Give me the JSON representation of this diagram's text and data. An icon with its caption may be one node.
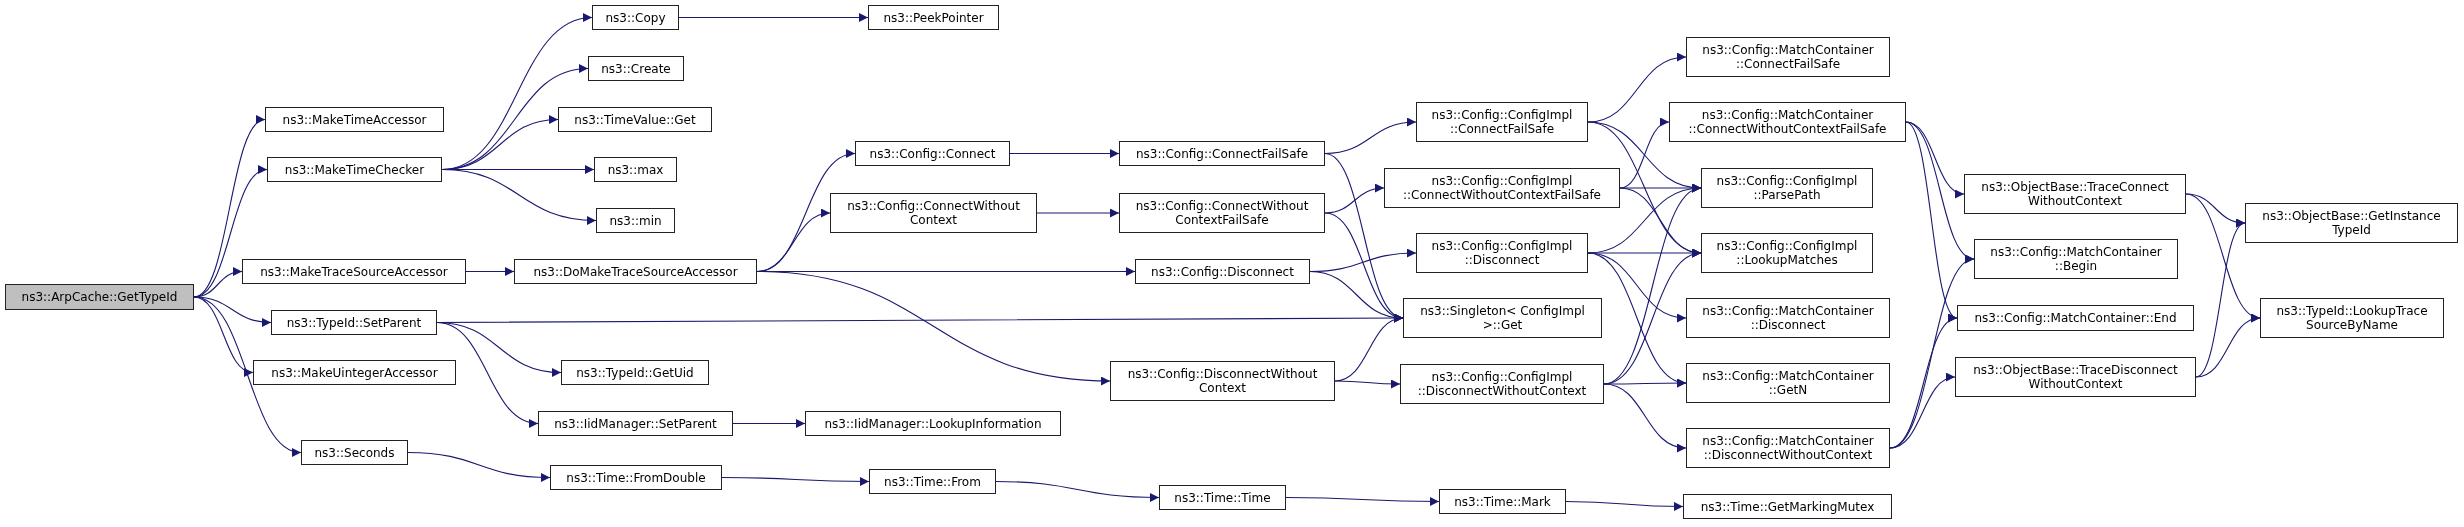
{
  "diagram": {
    "nodes": [
      {
        "text": [
          "ns3::ArpCache::GetTypeId"
        ]
      },
      {
        "text": [
          "ns3::MakeTimeAccessor"
        ]
      },
      {
        "text": [
          "ns3::MakeTimeChecker"
        ]
      },
      {
        "text": [
          "ns3::MakeTraceSourceAccessor"
        ]
      },
      {
        "text": [
          "ns3::TypeId::SetParent"
        ]
      },
      {
        "text": [
          "ns3::MakeUintegerAccessor"
        ]
      },
      {
        "text": [
          "ns3::Seconds"
        ]
      },
      {
        "text": [
          "ns3::Copy"
        ]
      },
      {
        "text": [
          "ns3::Create"
        ]
      },
      {
        "text": [
          "ns3::TimeValue::Get"
        ]
      },
      {
        "text": [
          "ns3::max"
        ]
      },
      {
        "text": [
          "ns3::min"
        ]
      },
      {
        "text": [
          "ns3::DoMakeTraceSourceAccessor"
        ]
      },
      {
        "text": [
          "ns3::TypeId::GetUid"
        ]
      },
      {
        "text": [
          "ns3::IidManager::SetParent"
        ]
      },
      {
        "text": [
          "ns3::Time::FromDouble"
        ]
      },
      {
        "text": [
          "ns3::PeekPointer"
        ]
      },
      {
        "text": [
          "ns3::Config::Connect"
        ]
      },
      {
        "text": [
          "ns3::Config::ConnectWithout Context"
        ]
      },
      {
        "text": [
          "ns3::Config::Disconnect"
        ]
      },
      {
        "text": [
          "ns3::Config::DisconnectWithout Context"
        ]
      },
      {
        "text": [
          "ns3::IidManager::LookupInformation"
        ]
      },
      {
        "text": [
          "ns3::Time::From"
        ]
      },
      {
        "text": [
          "ns3::Config::ConnectFailSafe"
        ]
      },
      {
        "text": [
          "ns3::Config::ConnectWithout ContextFailSafe"
        ]
      },
      {
        "text": [
          "ns3::Singleton< ConfigImpl >::Get"
        ]
      },
      {
        "text": [
          "ns3::Time::Time"
        ]
      },
      {
        "text": [
          "ns3::Config::ConfigImpl ::ConnectFailSafe"
        ]
      },
      {
        "text": [
          "ns3::Config::ConfigImpl ::ConnectWithoutContextFailSafe"
        ]
      },
      {
        "text": [
          "ns3::Config::ConfigImpl ::Disconnect"
        ]
      },
      {
        "text": [
          "ns3::Config::ConfigImpl ::DisconnectWithoutContext"
        ]
      },
      {
        "text": [
          "ns3::Time::Mark"
        ]
      },
      {
        "text": [
          "ns3::Config::MatchContainer ::ConnectFailSafe"
        ]
      },
      {
        "text": [
          "ns3::Config::MatchContainer ::ConnectWithoutContextFailSafe"
        ]
      },
      {
        "text": [
          "ns3::Config::ConfigImpl ::ParsePath"
        ]
      },
      {
        "text": [
          "ns3::Config::ConfigImpl ::LookupMatches"
        ]
      },
      {
        "text": [
          "ns3::Config::MatchContainer ::Disconnect"
        ]
      },
      {
        "text": [
          "ns3::Config::MatchContainer ::GetN"
        ]
      },
      {
        "text": [
          "ns3::Config::MatchContainer ::DisconnectWithoutContext"
        ]
      },
      {
        "text": [
          "ns3::Time::GetMarkingMutex"
        ]
      },
      {
        "text": [
          "ns3::ObjectBase::TraceConnect WithoutContext"
        ]
      },
      {
        "text": [
          "ns3::Config::MatchContainer ::Begin"
        ]
      },
      {
        "text": [
          "ns3::Config::MatchContainer::End"
        ]
      },
      {
        "text": [
          "ns3::ObjectBase::TraceDisconnect WithoutContext"
        ]
      },
      {
        "text": [
          "ns3::ObjectBase::GetInstance TypeId"
        ]
      },
      {
        "text": [
          "ns3::TypeId::LookupTrace SourceByName"
        ]
      }
    ],
    "edges": [
      {
        "from": 0,
        "to": 1,
        "arrow": "to"
      },
      {
        "from": 0,
        "to": 2,
        "arrow": "to"
      },
      {
        "from": 0,
        "to": 3,
        "arrow": "to"
      },
      {
        "from": 0,
        "to": 4,
        "arrow": "to"
      },
      {
        "from": 0,
        "to": 5,
        "arrow": "to"
      },
      {
        "from": 0,
        "to": 6,
        "arrow": "to"
      },
      {
        "from": 2,
        "to": 7,
        "arrow": "to"
      },
      {
        "from": 2,
        "to": 8,
        "arrow": "to"
      },
      {
        "from": 2,
        "to": 9,
        "arrow": "to"
      },
      {
        "from": 2,
        "to": 10,
        "arrow": "to"
      },
      {
        "from": 2,
        "to": 11,
        "arrow": "to"
      },
      {
        "from": 7,
        "to": 16,
        "arrow": "to"
      },
      {
        "from": 3,
        "to": 12,
        "arrow": "to"
      },
      {
        "from": 4,
        "to": 25,
        "arrow": "to"
      },
      {
        "from": 4,
        "to": 13,
        "arrow": "to"
      },
      {
        "from": 4,
        "to": 14,
        "arrow": "to"
      },
      {
        "from": 14,
        "to": 21,
        "arrow": "to"
      },
      {
        "from": 6,
        "to": 15,
        "arrow": "to"
      },
      {
        "from": 15,
        "to": 22,
        "arrow": "to"
      },
      {
        "from": 22,
        "to": 26,
        "arrow": "to"
      },
      {
        "from": 26,
        "to": 31,
        "arrow": "to"
      },
      {
        "from": 31,
        "to": 39,
        "arrow": "to"
      },
      {
        "from": 12,
        "to": 17,
        "arrow": "to"
      },
      {
        "from": 12,
        "to": 18,
        "arrow": "to"
      },
      {
        "from": 12,
        "to": 19,
        "arrow": "to"
      },
      {
        "from": 12,
        "to": 20,
        "arrow": "to"
      },
      {
        "from": 17,
        "to": 23,
        "arrow": "to"
      },
      {
        "from": 18,
        "to": 24,
        "arrow": "to"
      },
      {
        "from": 19,
        "to": 29,
        "arrow": "to"
      },
      {
        "from": 19,
        "to": 25,
        "arrow": "to"
      },
      {
        "from": 20,
        "to": 25,
        "arrow": "to"
      },
      {
        "from": 20,
        "to": 30,
        "arrow": "to"
      },
      {
        "from": 23,
        "to": 27,
        "arrow": "to"
      },
      {
        "from": 23,
        "to": 25,
        "arrow": "to"
      },
      {
        "from": 24,
        "to": 28,
        "arrow": "to"
      },
      {
        "from": 24,
        "to": 25,
        "arrow": "to"
      },
      {
        "from": 27,
        "to": 32,
        "arrow": "to"
      },
      {
        "from": 27,
        "to": 34,
        "arrow": "to"
      },
      {
        "from": 27,
        "to": 35,
        "arrow": "to"
      },
      {
        "from": 28,
        "to": 33,
        "arrow": "to"
      },
      {
        "from": 28,
        "to": 34,
        "arrow": "to"
      },
      {
        "from": 28,
        "to": 35,
        "arrow": "to"
      },
      {
        "from": 29,
        "to": 34,
        "arrow": "to"
      },
      {
        "from": 29,
        "to": 35,
        "arrow": "to"
      },
      {
        "from": 29,
        "to": 36,
        "arrow": "to"
      },
      {
        "from": 29,
        "to": 37,
        "arrow": "to"
      },
      {
        "from": 30,
        "to": 34,
        "arrow": "to"
      },
      {
        "from": 30,
        "to": 35,
        "arrow": "to"
      },
      {
        "from": 30,
        "to": 37,
        "arrow": "to"
      },
      {
        "from": 30,
        "to": 38,
        "arrow": "to"
      },
      {
        "from": 33,
        "to": 40,
        "arrow": "to"
      },
      {
        "from": 33,
        "to": 41,
        "arrow": "to"
      },
      {
        "from": 33,
        "to": 42,
        "arrow": "to"
      },
      {
        "from": 38,
        "to": 41,
        "arrow": "to"
      },
      {
        "from": 38,
        "to": 42,
        "arrow": "to"
      },
      {
        "from": 38,
        "to": 43,
        "arrow": "to"
      },
      {
        "from": 40,
        "to": 44,
        "arrow": "to"
      },
      {
        "from": 40,
        "to": 45,
        "arrow": "to"
      },
      {
        "from": 43,
        "to": 44,
        "arrow": "to"
      },
      {
        "from": 43,
        "to": 45,
        "arrow": "to"
      }
    ]
  }
}
